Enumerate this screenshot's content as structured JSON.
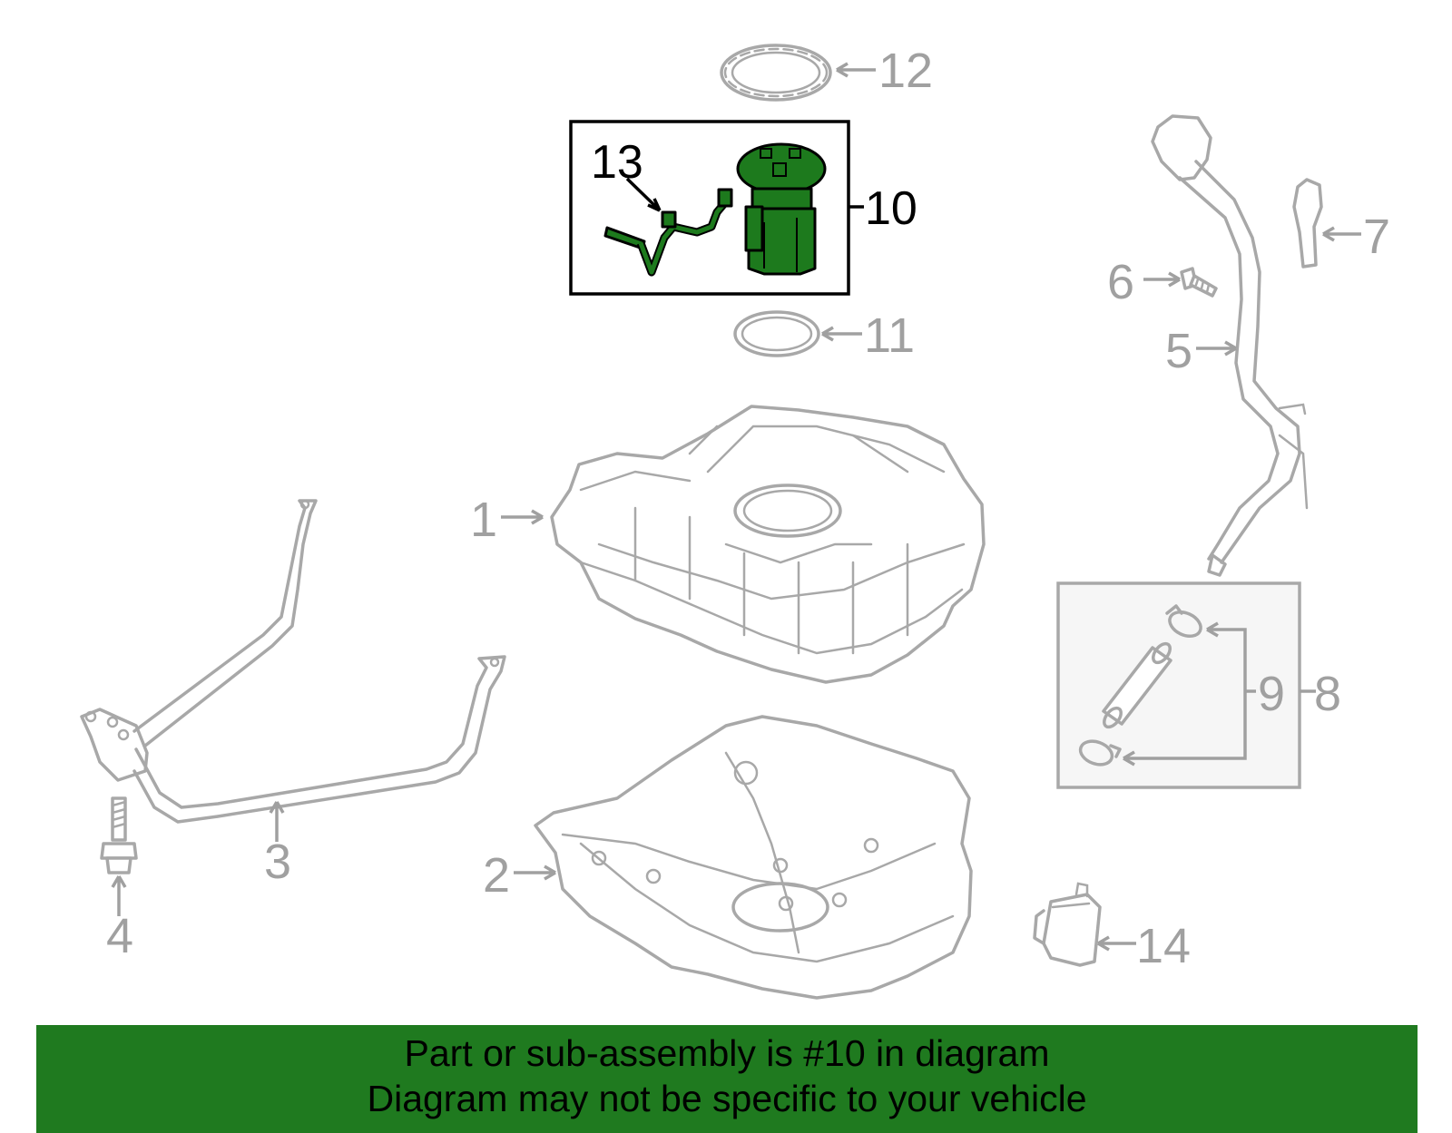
{
  "callouts": {
    "c1": "1",
    "c2": "2",
    "c3": "3",
    "c4": "4",
    "c5": "5",
    "c6": "6",
    "c7": "7",
    "c8": "8",
    "c9": "9",
    "c10": "10",
    "c11": "11",
    "c12": "12",
    "c13": "13",
    "c14": "14"
  },
  "banner": {
    "line1": "Part or sub-assembly is #10 in diagram",
    "line2": "Diagram may not be specific to your vehicle"
  },
  "colors": {
    "highlight": "#1f7a1f",
    "linework": "#a8a8a8"
  }
}
